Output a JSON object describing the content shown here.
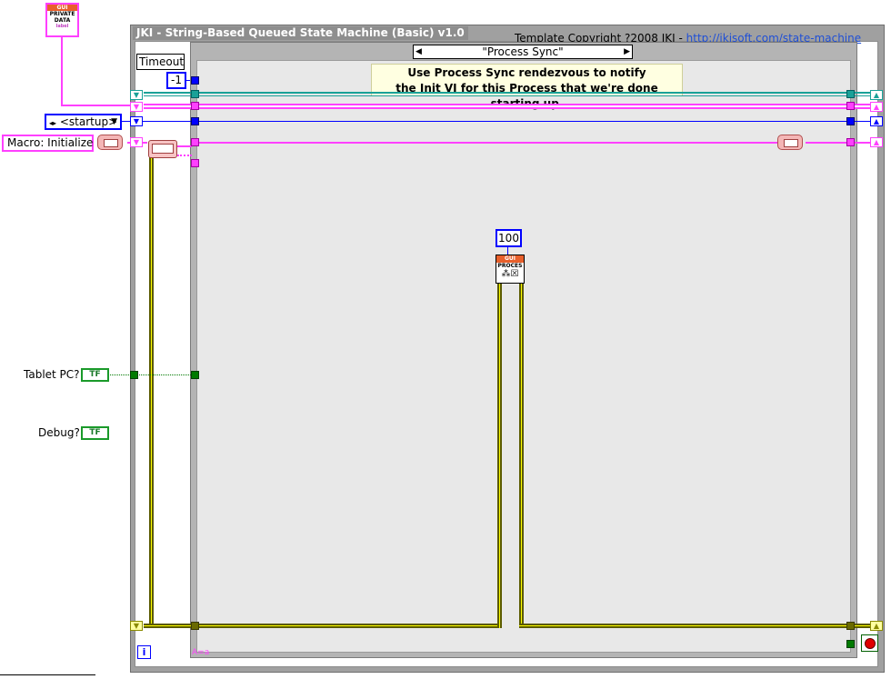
{
  "loop": {
    "title": "JKI - String-Based Queued State Machine (Basic) v1.0",
    "copyright_text": "Template Copyright ?2008 JKI - ",
    "copyright_link": "http://jkisoft.com/state-machine"
  },
  "case": {
    "selector_value": "\"Process Sync\"",
    "comment_line1": "Use Process Sync rendezvous to notify",
    "comment_line2": "the Init VI for this Process that we're done starting up."
  },
  "timeout": {
    "label": "Timeout",
    "value": "-1"
  },
  "private_data": {
    "header": "GUI",
    "line1": "PRIVATE",
    "line2": "DATA",
    "tag": "label"
  },
  "state_enum": {
    "value": "<startup>"
  },
  "macro": {
    "value": "Macro: Initialize"
  },
  "constant_100": "100",
  "subvi": {
    "header": "GUI",
    "body": "PROCES"
  },
  "tablet": {
    "label": "Tablet PC?",
    "indicator": "TF"
  },
  "debug": {
    "label": "Debug?",
    "indicator": "TF"
  },
  "iteration_terminal": "i",
  "case_footer": "A=a",
  "colors": {
    "string_wire": "#ff40ff",
    "enum_wire": "#0000ff",
    "error_wire": "#ffff00",
    "cluster_wire": "#1aa198",
    "subvi_header": "#e8602c"
  }
}
